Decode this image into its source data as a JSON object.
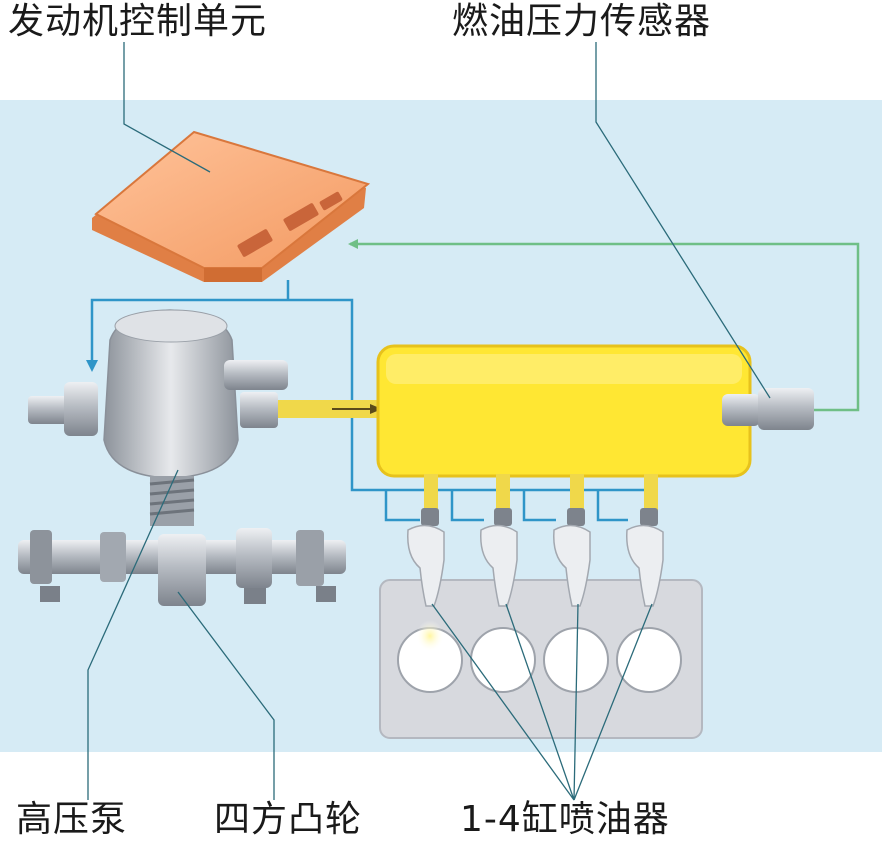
{
  "labels": {
    "ecu": "发动机控制单元",
    "fuel_pressure_sensor": "燃油压力传感器",
    "high_pressure_pump": "高压泵",
    "four_lobe_camshaft": "四方凸轮",
    "injectors": "1-4缸喷油器"
  },
  "components": {
    "injector_count": 4,
    "cylinder_count": 4,
    "active_cylinder": 1
  },
  "colors": {
    "background_panel": "#d6ebf5",
    "ecu_orange": "#f5a874",
    "fuel_rail_yellow": "#ffe733",
    "signal_line_blue": "#2f95c8",
    "feedback_line_green": "#6fbf86",
    "engine_block_gray": "#d7d9de",
    "metal_gray": "#b8bdc4"
  }
}
